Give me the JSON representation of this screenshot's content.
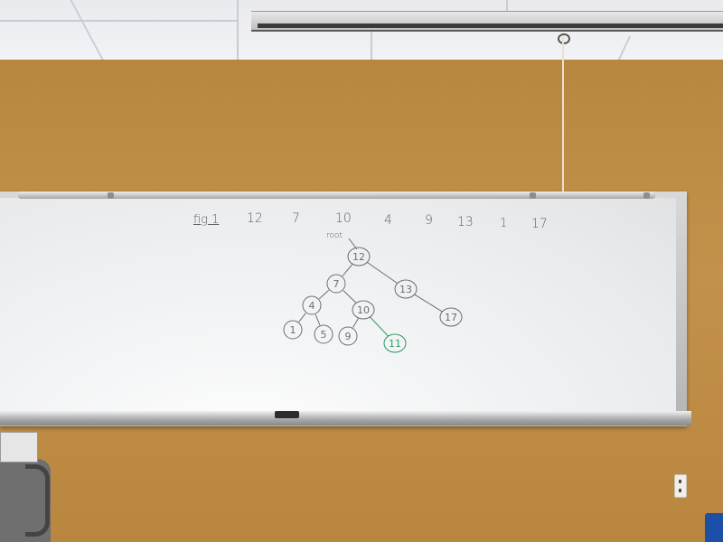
{
  "whiteboard": {
    "figure_label": "fig 1",
    "sequence": [
      "12",
      "7",
      "10",
      "4",
      "9",
      "13",
      "1",
      "17"
    ],
    "root_label": "root",
    "tree_nodes": [
      {
        "value": "12",
        "ink": "#6b6e76"
      },
      {
        "value": "7",
        "ink": "#6b6e76"
      },
      {
        "value": "13",
        "ink": "#6b6e76"
      },
      {
        "value": "4",
        "ink": "#6b6e76"
      },
      {
        "value": "10",
        "ink": "#6b6e76"
      },
      {
        "value": "17",
        "ink": "#6b6e76"
      },
      {
        "value": "1",
        "ink": "#6b6e76"
      },
      {
        "value": "5",
        "ink": "#6b6e76"
      },
      {
        "value": "9",
        "ink": "#6b6e76"
      },
      {
        "value": "11",
        "ink": "#2e9a63"
      }
    ],
    "tree_edges": [
      [
        "12",
        "7"
      ],
      [
        "12",
        "13"
      ],
      [
        "7",
        "4"
      ],
      [
        "7",
        "10"
      ],
      [
        "13",
        "17"
      ],
      [
        "4",
        "1"
      ],
      [
        "4",
        "5"
      ],
      [
        "10",
        "9"
      ],
      [
        "10",
        "11"
      ]
    ],
    "highlight_color": "#2e9a63",
    "ink_color": "#5c5f66"
  }
}
